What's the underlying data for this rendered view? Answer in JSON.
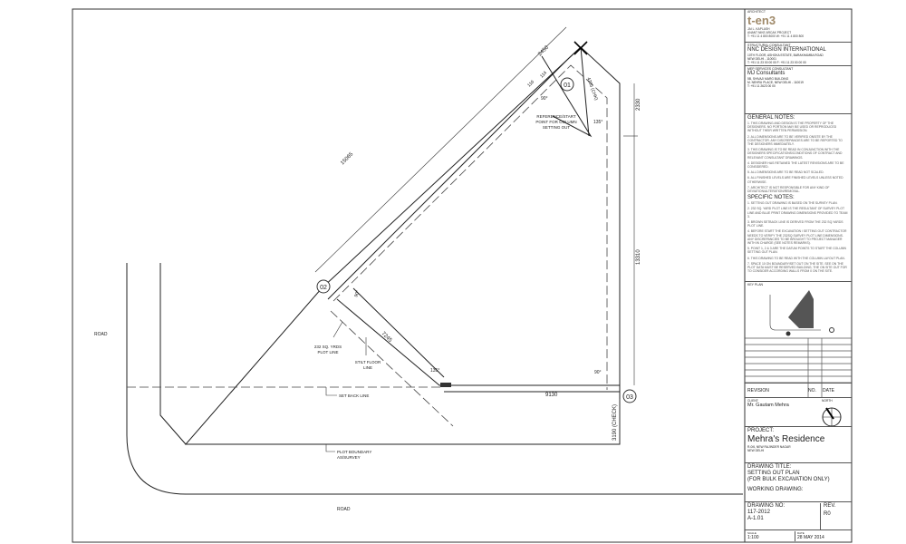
{
  "title_block": {
    "architect_label": "ARCHITECT",
    "architect_logo": "t-en3",
    "architect_lines": [
      "JAI L. KAPLASH",
      "ANANT NIKE ARCAK PROJECT",
      "T: +91 11 4 800 8000   W: +91 11 4 800 800"
    ],
    "structural_label": "STRUCTURAL CONSULTANT",
    "structural_name": "NNC DESIGN INTERNATIONAL",
    "structural_lines": [
      "10TH FLOOR, ASHOKA ESTATE, BARAKHAMBA ROAD",
      "NEW DELHI - 110001",
      "T: +91 11 23 00 00 00   F: +91 11 23 00 00 00"
    ],
    "services_label": "MEP SERVICES CONSULTANT",
    "services_name": "MJ Consultants",
    "services_lines": [
      "5B, SHIVAJI MARG BUILDING",
      "M. NEHRU PLACE, NEW DELHI - 110019",
      "T: +91 11 2623 00 00"
    ],
    "general_notes_title": "GENERAL NOTES:",
    "general_notes": [
      "1. THIS DRAWING AND DESIGN IS THE PROPERTY OF THE DESIGNERS. NO PORTION MAY BE USED OR REPRODUCED WITHOUT THEIR WRITTEN PERMISSION.",
      "2. ALL DIMENSIONS ARE TO BE VERIFIED ONSITE BY THE CONTRACTOR. ANY DISCREPANCIES ARE TO BE REPORTED TO THE DESIGNERS IMMEDIATELY.",
      "3. THIS DRAWING IS TO BE READ IN CONJUNCTION WITH THE DESIGNERS SPECIFICATIONS/CONDITIONS OF CONTRACT AND RELEVANT CONSULTANT DRAWINGS.",
      "4. DESIGNER HAS RETAINED THE LATEST REVISIONS ARE TO BE CONSIDERED.",
      "5. ALL DIMENSIONS ARE TO BE READ NOT SCALED.",
      "6. ALL FINISHED LEVELS ARE FINISHED LEVELS UNLESS NOTED OTHERWISE.",
      "7. ARCHITECT IS NOT RESPONSIBLE FOR ANY KIND OF DEVIATION/ALTERATION/REMOVAL."
    ],
    "specific_notes_title": "SPECIFIC NOTES:",
    "specific_notes": [
      "1. SETTING OUT DRAWING IS BASED ON THE SURVEY PLAN.",
      "2. 232 SQ. YARD PLOT LINE IS THE RESULTANT OF SURVEY PLOT LINE AND BLUE PRINT DRAWING DIMENSIONS PROVIDED TO TEAM 3.",
      "3. BROWN SETBACK LINE IS DERIVED FROM THE 232 SQ.YARDS PLOT LINE.",
      "4. BEFORE START THE EXCAVATION / SETTING OUT CONTRACTOR NEEDS TO VERIFY THE 232SQ SURVEY PLOT LINE DIMENSIONS. ANY DISCREPANCIES TO BE BROUGHT TO PROJECT MANAGER WITH IN CHARGE (SEE NOTES REMARKS).",
      "5. POINT 1, 2 & 3 ARE THE DATUM POINTS TO START THE COLUMN SETTING OUT PLAN.",
      "6. THIS DRAWING TO BE READ WITH THE COLUMN LAYOUT PLAN.",
      "7. SPACE 10 ON BOUNDARY/SET OUT ON THE SITE. SEE ON THE PLOT DATA MUST BE RESERVED BUILDING, THE ON SITE OUT FOR TO CONSIDER ACCORDING WALLS FROM 0 ON THE SITE."
    ],
    "key_plan_label": "KEY PLAN",
    "revision_label": "REVISION",
    "no_label": "NO.",
    "date_label": "DATE",
    "client_label": "CLIENT:",
    "client_name": "Mr. Gautam Mehra",
    "north_label": "NORTH",
    "project_label": "PROJECT:",
    "project_name": "Mehra's Residence",
    "project_address": [
      "R-0/6, NEW RAJINDER NAGAR",
      "NEW DELHI"
    ],
    "drawing_title_label": "DRAWING TITLE:",
    "drawing_title": "SETTING OUT PLAN",
    "drawing_subtitle": "(FOR BULK EXCAVATION ONLY)",
    "working_drawing_label": "WORKING DRAWING:",
    "drawing_no_label": "DRAWING NO:",
    "drawing_no": "117-2012",
    "sheet_no": "A-1.01",
    "rev_label": "REV.",
    "rev": "R0",
    "scale_label": "SCALE",
    "scale": "1:100",
    "date_field_label": "DATE",
    "date": "28 MAY 2014"
  },
  "drawing": {
    "road_left": "ROAD",
    "road_bottom": "ROAD",
    "points": [
      "01",
      "02",
      "03"
    ],
    "dims": {
      "d15065": "15065",
      "d2450": "2450",
      "d116": "116",
      "d114": "114",
      "d4265": "4265 (CHK)",
      "d2330": "2330",
      "d13310": "13310",
      "d9130": "9130",
      "d3190": "3190 (CHECK)",
      "d7245": "7245"
    },
    "angles": {
      "a90_top": "90°",
      "a135_top": "135°",
      "a90_02": "90°",
      "a135_bottom": "135°",
      "a90_03": "90°"
    },
    "labels": {
      "reference": [
        "REFERENCE/START",
        "POINT FOR COLUMN",
        "SETTING OUT"
      ],
      "plot_line": [
        "232 SQ. YRDS",
        "PLOT LINE"
      ],
      "stilt": [
        "STILT FLOOR",
        "LINE"
      ],
      "setback": "SET BACK LINE",
      "boundary": [
        "PLOT BOUNDARY",
        "AS/SURVEY"
      ]
    }
  }
}
